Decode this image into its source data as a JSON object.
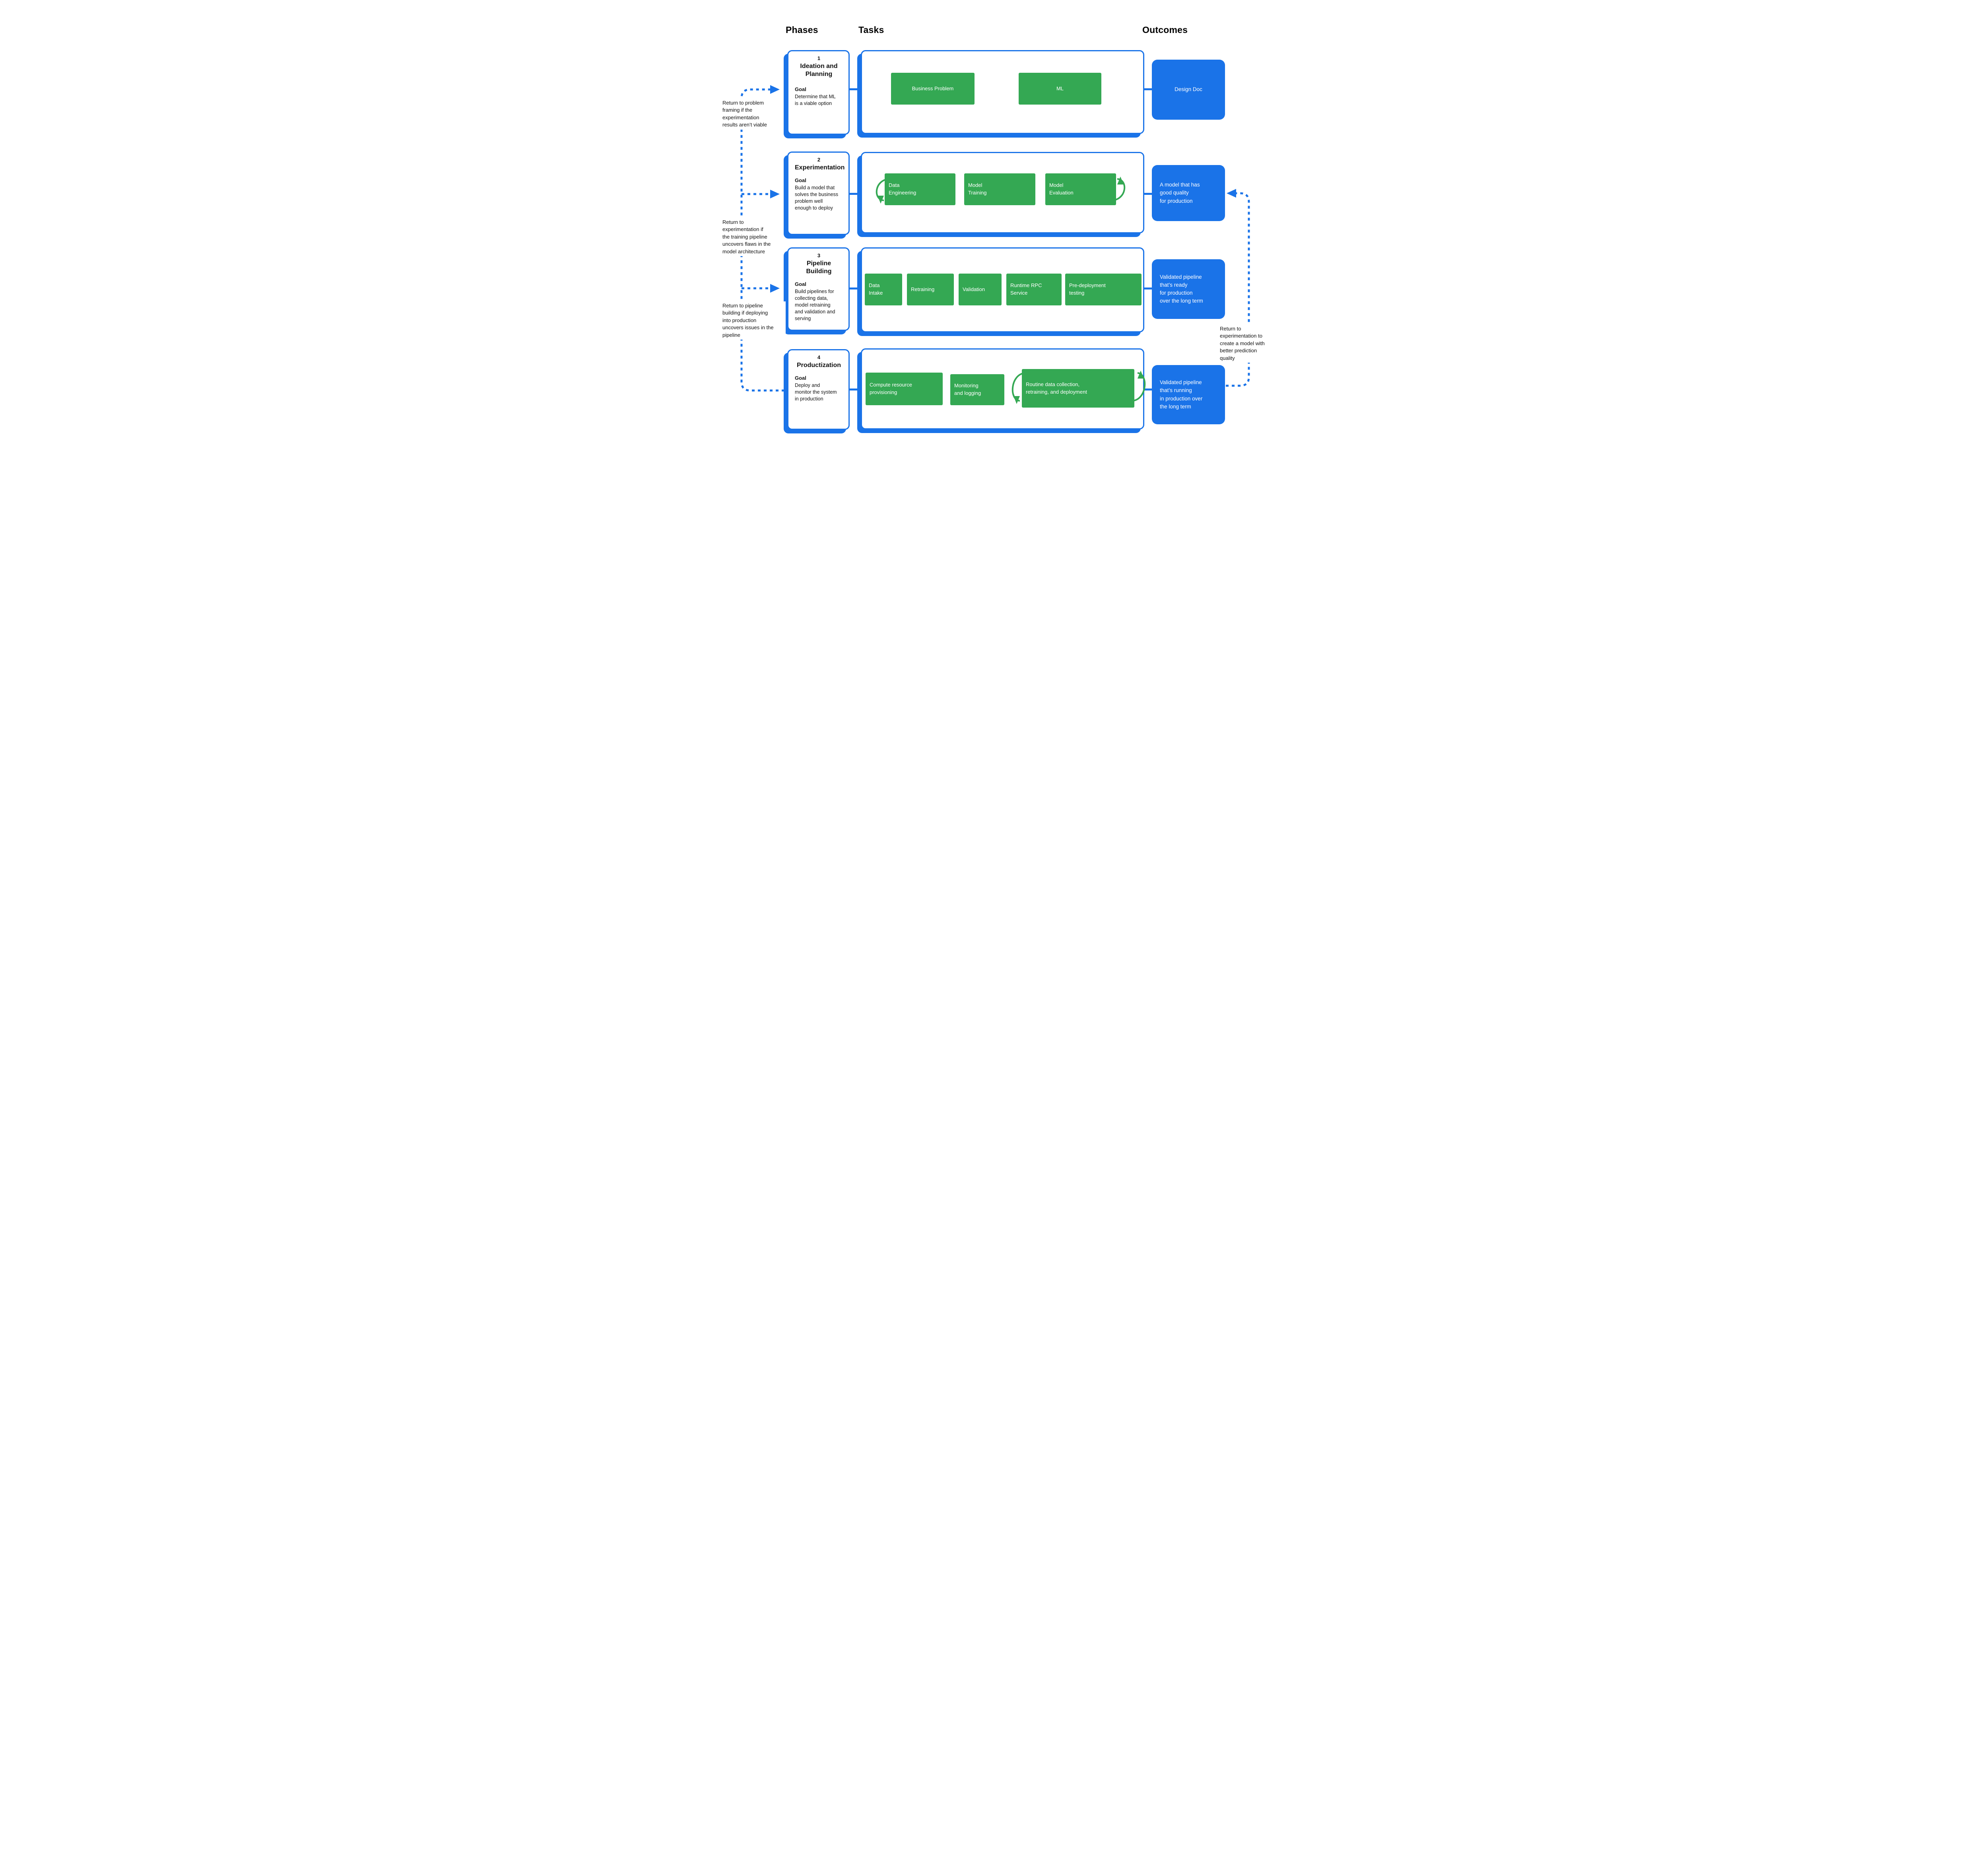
{
  "header": {
    "phases": "Phases",
    "tasks": "Tasks",
    "outcomes": "Outcomes"
  },
  "colors": {
    "accent_blue": "#1A73E8",
    "task_green": "#34A853"
  },
  "phases": [
    {
      "number": "1",
      "title": "Ideation and\nPlanning",
      "goal_label": "Goal",
      "goal": "Determine that ML\nis a viable option"
    },
    {
      "number": "2",
      "title": "Experimentation",
      "goal_label": "Goal",
      "goal": "Build a model that\nsolves the business\nproblem well\nenough to deploy"
    },
    {
      "number": "3",
      "title": "Pipeline Building",
      "goal_label": "Goal",
      "goal": "Build pipelines for\ncollecting data,\nmodel retraining\nand validation and\nserving"
    },
    {
      "number": "4",
      "title": "Productization",
      "goal_label": "Goal",
      "goal": "Deploy and\nmonitor the system\nin production"
    }
  ],
  "tasks": {
    "row1": [
      "Business Problem",
      "ML"
    ],
    "row2": [
      "Data\nEngineering",
      "Model\nTraining",
      "Model\nEvaluation"
    ],
    "row3": [
      "Data\nIntake",
      "Retraining",
      "Validation",
      "Runtime RPC\nService",
      "Pre-deployment\ntesting"
    ],
    "row4": [
      "Compute resource\nprovisioning",
      "Monitoring\nand logging",
      "Routine data collection,\nretraining, and deployment"
    ]
  },
  "outcomes": [
    "Design Doc",
    "A model that has\ngood quality\nfor production",
    "Validated pipeline\nthat’s ready\nfor production\nover the long term",
    "Validated pipeline\nthat’s running\nin production over\nthe long term"
  ],
  "annotations": {
    "left": [
      "Return to problem\nframing if the\nexperimentation\nresults aren’t viable",
      "Return to\nexperimentation if\nthe training pipeline\nuncovers flaws in the\nmodel architecture",
      "Return to pipeline\nbuilding if deploying\ninto production\nuncovers issues in the\npipeline"
    ],
    "right": "Return to\nexperimentation to\ncreate a model with\nbetter prediction\nquality"
  }
}
